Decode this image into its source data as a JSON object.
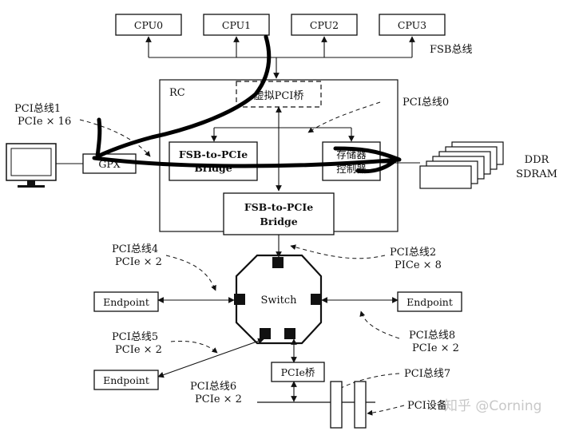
{
  "cpus": [
    "CPU0",
    "CPU1",
    "CPU2",
    "CPU3"
  ],
  "fsb_label": "FSB总线",
  "rc_label": "RC",
  "virtual_bridge": "虚拟PCI桥",
  "fsb_bridge_upper": [
    "FSB-to-PCIe",
    "Bridge"
  ],
  "fsb_bridge_lower": [
    "FSB-to-PCIe",
    "Bridge"
  ],
  "memory_controller": [
    "存储器",
    "控制器"
  ],
  "gpx": "GPX",
  "ddr": [
    "DDR",
    "SDRAM"
  ],
  "switch": "Switch",
  "endpoint": "Endpoint",
  "pcie_bridge": "PCIe桥",
  "buses": {
    "bus0": [
      "PCI总线0"
    ],
    "bus1": [
      "PCI总线1",
      "PCIe × 16"
    ],
    "bus2": [
      "PCI总线2",
      "PICe × 8"
    ],
    "bus4": [
      "PCI总线4",
      "PCIe × 2"
    ],
    "bus5": [
      "PCI总线5",
      "PCIe × 2"
    ],
    "bus6": [
      "PCI总线6",
      "PCIe × 2"
    ],
    "bus7": [
      "PCI总线7"
    ],
    "bus8": [
      "PCI总线8",
      "PCIe × 2"
    ]
  },
  "pci_device": "PCI设备",
  "watermark": "知乎 @Corning"
}
